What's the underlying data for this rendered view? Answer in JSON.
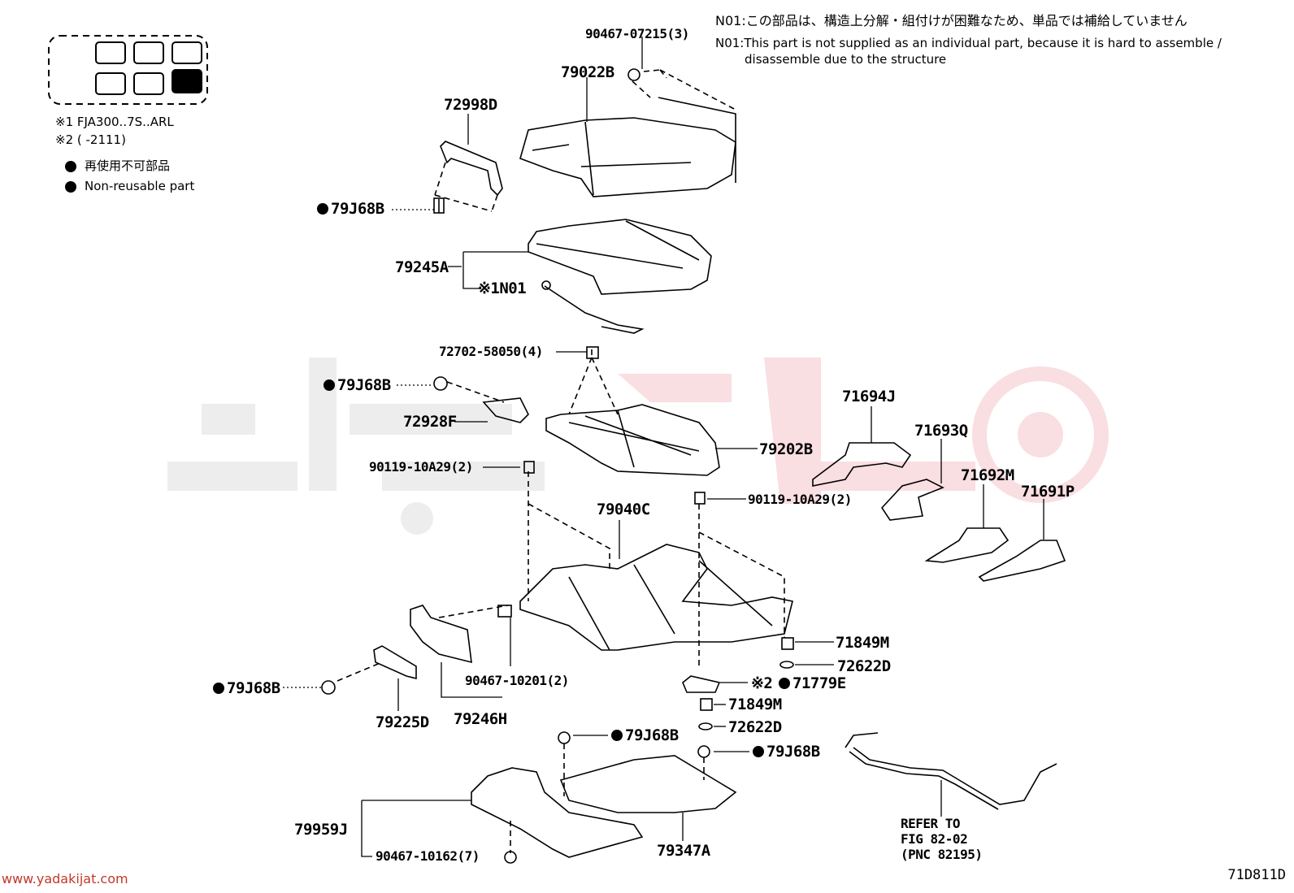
{
  "notes": {
    "jp": "N01:この部品は、構造上分解・組付けが困難なため、単品では補給していません",
    "en1": "N01:This part is not supplied as an individual part, because it is hard to assemble /",
    "en2": "disassemble due to the structure"
  },
  "legend": {
    "ref1": "※1 FJA300..7S..ARL",
    "ref2": "※2 (        -2111)",
    "nonreusable_jp": "再使用不可部品",
    "nonreusable_en": "Non-reusable part"
  },
  "parts": {
    "p90467_07215": "90467-07215(3)",
    "p79022B": "79022B",
    "p72998D": "72998D",
    "p79J68B_a": "79J68B",
    "p79245A": "79245A",
    "pN01": "※1N01",
    "p72702": "72702-58050(4)",
    "p79J68B_b": "79J68B",
    "p72928F": "72928F",
    "p79202B": "79202B",
    "p90119_a": "90119-10A29(2)",
    "p90119_b": "90119-10A29(2)",
    "p79040C": "79040C",
    "p71694J": "71694J",
    "p71693Q": "71693Q",
    "p71692M": "71692M",
    "p71691P": "71691P",
    "p71849M_a": "71849M",
    "p72622D_a": "72622D",
    "p71779E": "71779E",
    "p71779E_ref": "※2",
    "p71849M_b": "71849M",
    "p72622D_b": "72622D",
    "p90467_10201": "90467-10201(2)",
    "p79J68B_c": "79J68B",
    "p79225D": "79225D",
    "p79246H": "79246H",
    "p79J68B_d": "79J68B",
    "p79J68B_e": "79J68B",
    "p79959J": "79959J",
    "p90467_10162": "90467-10162(7)",
    "p79347A": "79347A",
    "refer1": "REFER TO",
    "refer2": "FIG 82-02",
    "refer3": "(PNC 82195)"
  },
  "footer": {
    "url": "www.yadakijat.com",
    "code": "71D811D"
  }
}
